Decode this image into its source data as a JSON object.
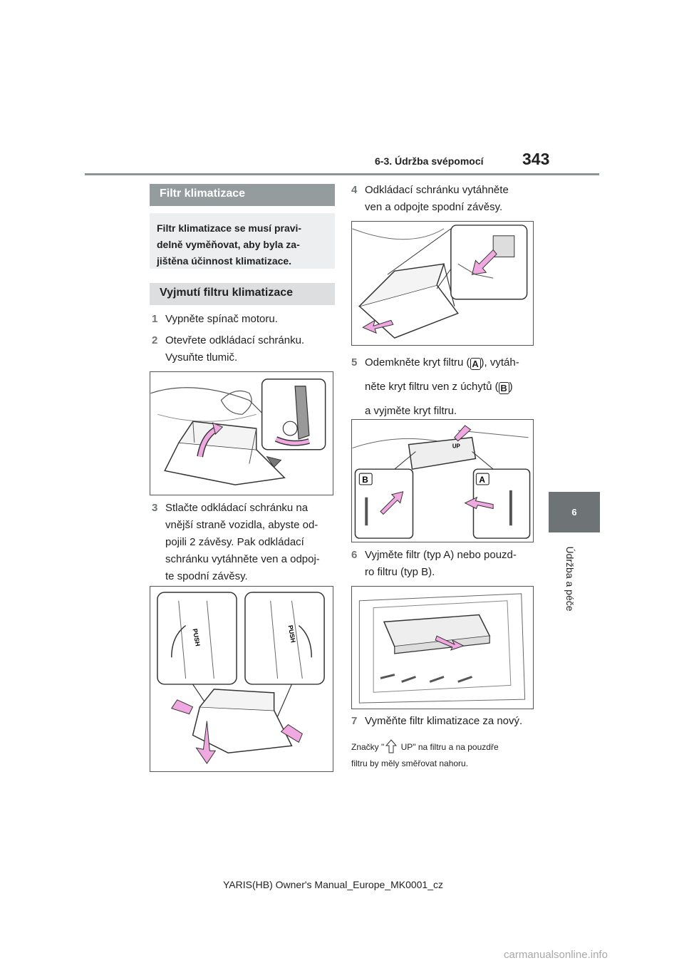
{
  "header": {
    "section": "6-3. Údržba svépomocí",
    "page_number": "343"
  },
  "chapter_tab": {
    "number": "6",
    "label": "Údržba a péče"
  },
  "left_column": {
    "heading": "Filtr klimatizace",
    "intro": [
      "Filtr klimatizace se musí pravi-",
      "delně vyměňovat, aby byla za-",
      "jištěna účinnost klimatizace."
    ],
    "subheading": "Vyjmutí filtru klimatizace",
    "steps": [
      {
        "num": "1",
        "lines": [
          "Vypněte spínač motoru."
        ]
      },
      {
        "num": "2",
        "lines": [
          "Otevřete odkládací schránku.",
          "Vysuňte tlumič."
        ]
      },
      {
        "num": "3",
        "lines": [
          "Stlačte odkládací schránku na",
          "vnější straně vozidla, abyste od-",
          "pojili 2 závěsy. Pak odkládací",
          "schránku vytáhněte ven a odpoj-",
          "te spodní závěsy."
        ]
      }
    ],
    "figure3_labels": {
      "push": "PUSH"
    }
  },
  "right_column": {
    "steps": [
      {
        "num": "4",
        "lines": [
          "Odkládací schránku vytáhněte",
          "ven a odpojte spodní závěsy."
        ]
      },
      {
        "num": "6",
        "lines": [
          "Vyjměte filtr (typ A) nebo pouzd-",
          "ro filtru (typ B)."
        ]
      },
      {
        "num": "7",
        "lines": [
          "Vyměňte filtr klimatizace za nový."
        ]
      }
    ],
    "step5": {
      "num": "5",
      "line1_a": "Odemkněte kryt filtru (",
      "badge_a": "A",
      "line1_b": "), vytáh-",
      "line2_a": "něte kryt filtru ven z úchytů (",
      "badge_b": "B",
      "line2_b": ")",
      "line3": "a vyjměte kryt filtru."
    },
    "figure5_labels": {
      "a": "A",
      "b": "B",
      "up": "UP"
    },
    "note": {
      "line1_a": "Značky \"",
      "line1_b": " UP\" na filtru a na pouzdře",
      "line2": "filtru by měly směřovat nahoru."
    }
  },
  "footer": "YARIS(HB) Owner's Manual_Europe_MK0001_cz",
  "watermark": "carmanualsonline.info",
  "colors": {
    "accent_arrow": "#f0a9e0",
    "heading_dark": "#949c9e",
    "heading_light": "#dcdedf",
    "tab": "#6e7475"
  }
}
